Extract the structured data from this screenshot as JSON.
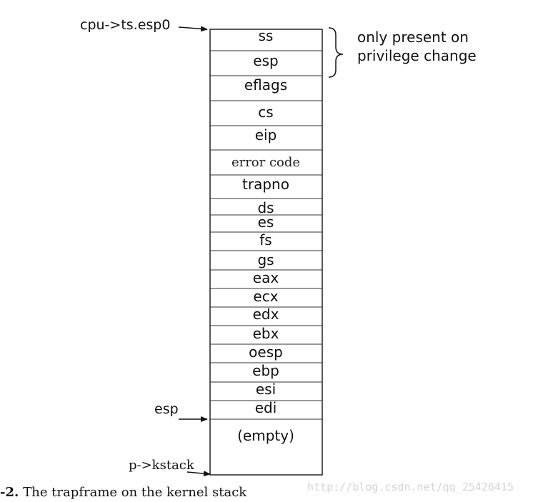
{
  "stack": {
    "fields": [
      {
        "label": "ss",
        "font": "sans"
      },
      {
        "label": "esp",
        "font": "sans"
      },
      {
        "label": "eflags",
        "font": "sans"
      },
      {
        "label": "cs",
        "font": "sans"
      },
      {
        "label": "eip",
        "font": "sans"
      },
      {
        "label": "error code",
        "font": "serif"
      },
      {
        "label": "trapno",
        "font": "sans"
      },
      {
        "label": "ds",
        "font": "sans"
      },
      {
        "label": "es",
        "font": "sans"
      },
      {
        "label": "fs",
        "font": "sans"
      },
      {
        "label": "gs",
        "font": "sans"
      },
      {
        "label": "eax",
        "font": "sans"
      },
      {
        "label": "ecx",
        "font": "sans"
      },
      {
        "label": "edx",
        "font": "sans"
      },
      {
        "label": "ebx",
        "font": "sans"
      },
      {
        "label": "oesp",
        "font": "sans"
      },
      {
        "label": "ebp",
        "font": "sans"
      },
      {
        "label": "esi",
        "font": "sans"
      },
      {
        "label": "edi",
        "font": "sans"
      },
      {
        "label": "(empty)",
        "font": "sans"
      }
    ]
  },
  "pointers": {
    "top": "cpu->ts.esp0",
    "esp": "esp",
    "kstack": "p->kstack"
  },
  "note": {
    "line1": "only present on",
    "line2": "privilege change"
  },
  "caption": {
    "figure_number": "-2.",
    "text": "The trapframe on the kernel stack"
  },
  "watermark": "http://blog.csdn.net/qq_25426415"
}
